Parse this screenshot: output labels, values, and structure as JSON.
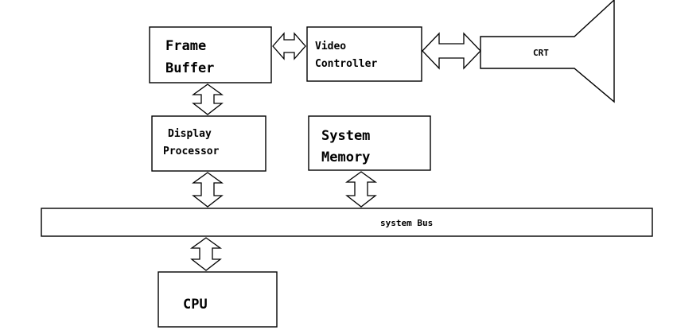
{
  "diagram": {
    "frame_buffer": {
      "line1": "Frame",
      "line2": "Buffer"
    },
    "video_controller": {
      "line1": "Video",
      "line2": "Controller"
    },
    "crt": {
      "label": "CRT"
    },
    "display_processor": {
      "line1": "Display",
      "line2": "Processor"
    },
    "system_memory": {
      "line1": "System",
      "line2": "Memory"
    },
    "system_bus": {
      "label": "system Bus"
    },
    "cpu": {
      "label": "CPU"
    }
  }
}
